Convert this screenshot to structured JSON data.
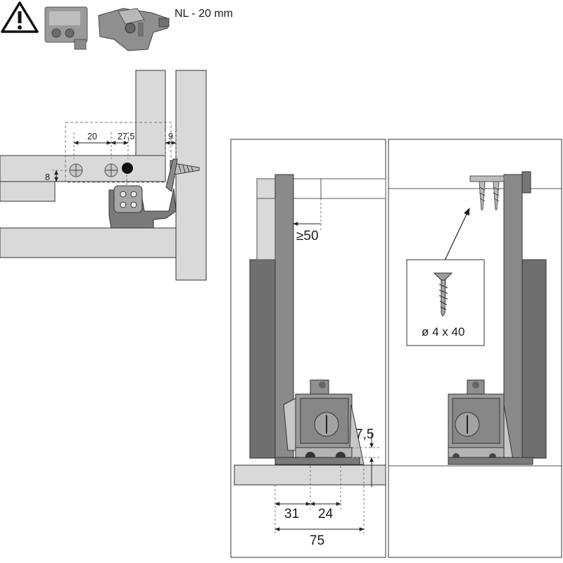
{
  "header": {
    "product_label": "NL - 20 mm"
  },
  "detail_top_left": {
    "dim_hole_spacing": "20",
    "dim_offset": "27,5",
    "dim_screw_offset": "9",
    "dim_height": "8"
  },
  "panel_left": {
    "dim_min_clearance": "≥50",
    "dim_height_offset": "7,5",
    "dim_first_hole": "31",
    "dim_second_hole": "24",
    "dim_total": "75"
  },
  "panel_right": {
    "screw_spec": "ø 4 x 40"
  },
  "colors": {
    "line": "#222222",
    "panel_fill": "#d9d9d9",
    "rail_fill": "#8a8a8a",
    "rail_dark": "#6f6f6f",
    "part_dark": "#555555"
  }
}
